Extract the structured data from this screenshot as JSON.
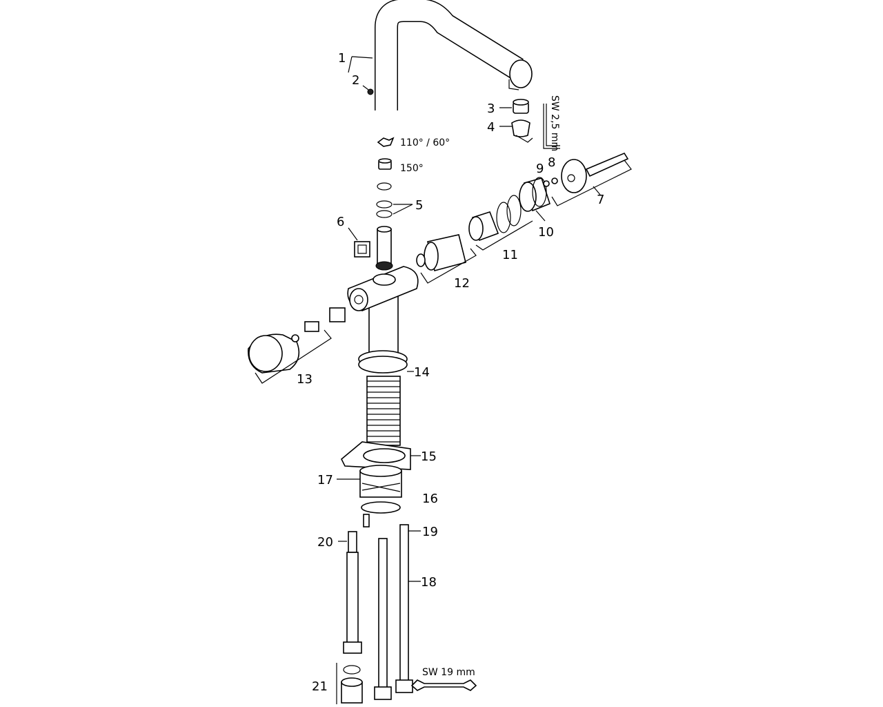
{
  "diagram": {
    "labels": {
      "p1": "1",
      "p2": "2",
      "p3": "3",
      "p4": "4",
      "p5": "5",
      "p6": "6",
      "p7": "7",
      "p8": "8",
      "p9": "9",
      "p10": "10",
      "p11": "11",
      "p12": "12",
      "p13": "13",
      "p14": "14",
      "p15": "15",
      "p16": "16",
      "p17": "17",
      "p18": "18",
      "p19": "19",
      "p20": "20",
      "p21": "21"
    },
    "annotations": {
      "angle_limiter": "110° / 60°",
      "angle_150": "150°",
      "allen_key": "SW 2,5 mm",
      "wrench": "SW 19 mm"
    }
  }
}
